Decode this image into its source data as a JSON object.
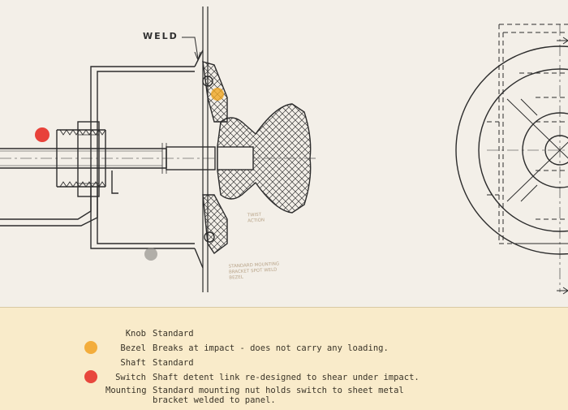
{
  "drawing": {
    "weld_label": "WELD",
    "note_twist": "TWIST\nACTION",
    "note_mounting": "STANDARD MOUNTING\nBRACKET SPOT WELD\nBEZEL"
  },
  "markers": [
    {
      "name": "bezel",
      "color": "#f0a823"
    },
    {
      "name": "switch",
      "color": "#e8423a"
    },
    {
      "name": "mounting",
      "color": "#8d8a86"
    }
  ],
  "legend": [
    {
      "label": "Knob",
      "description": "Standard",
      "dot_color": ""
    },
    {
      "label": "Bezel",
      "description": "Breaks at impact - does not carry any loading.",
      "dot_color": "#f3ad3c"
    },
    {
      "label": "Shaft",
      "description": "Standard",
      "dot_color": ""
    },
    {
      "label": "Switch",
      "description": "Shaft detent link re-designed to shear under impact.",
      "dot_color": "#e8473d"
    },
    {
      "label": "Mounting",
      "description": "Standard mounting nut holds switch to sheet metal bracket welded to panel.",
      "dot_color": ""
    }
  ]
}
